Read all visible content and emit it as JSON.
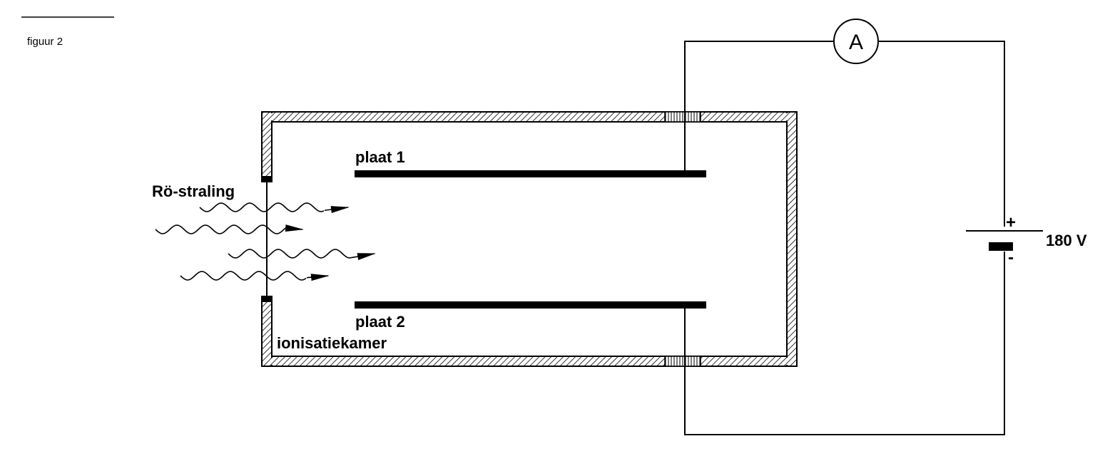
{
  "figure": {
    "caption": "figuur 2"
  },
  "labels": {
    "plate1": "plaat 1",
    "plate2": "plaat 2",
    "radiation": "Rö-straling",
    "chamber": "ionisatiekamer",
    "ammeter": "A",
    "voltage": "180 V",
    "plus": "+",
    "minus": "-"
  },
  "colors": {
    "ink": "#000000",
    "background": "#ffffff"
  }
}
